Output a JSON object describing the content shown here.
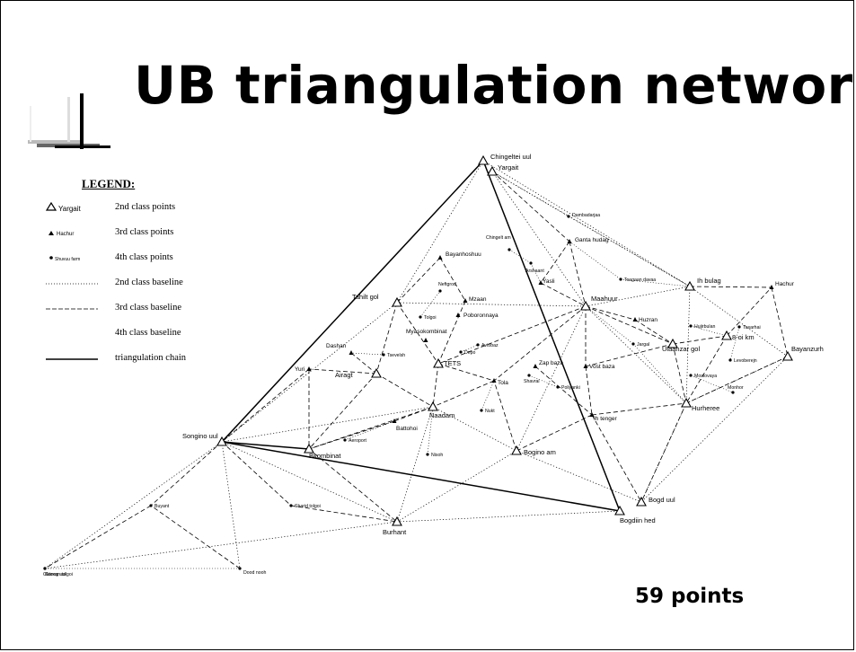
{
  "title": "UB triangulation network",
  "count_label": "59 points",
  "legend": {
    "title": "LEGEND:",
    "items": [
      {
        "symbol_text": "Yargait",
        "label": "2nd class points"
      },
      {
        "symbol_text": "Hachur",
        "label": "3rd class points"
      },
      {
        "symbol_text": "Shuvuu farm",
        "label": "4th class points"
      },
      {
        "label": "2nd class baseline"
      },
      {
        "label": "3rd class baseline"
      },
      {
        "label": "4th class baseline"
      },
      {
        "label": "triangulation chain"
      }
    ]
  },
  "points": [
    {
      "id": "chingeltei",
      "name": "Chingeltei uul",
      "class": 2
    },
    {
      "id": "yargait",
      "name": "Yargait",
      "class": 2
    },
    {
      "id": "songino",
      "name": "Songino uul",
      "class": 2
    },
    {
      "id": "burhant",
      "name": "Burhant",
      "class": 2
    },
    {
      "id": "bogdiinhad",
      "name": "Bogdiin hed",
      "class": 2
    },
    {
      "id": "bogduul",
      "name": "Bogd uul",
      "class": 2
    },
    {
      "id": "ihbulag",
      "name": "Ih bulag",
      "class": 2
    },
    {
      "id": "bayanzurh",
      "name": "Bayanzurh",
      "class": 2
    },
    {
      "id": "hurheree",
      "name": "Hurheree",
      "class": 2
    },
    {
      "id": "ulaanzar",
      "name": "Ulaanzar gol",
      "class": 2
    },
    {
      "id": "8oikm",
      "name": "8-oi km",
      "class": 2
    },
    {
      "id": "maahuur",
      "name": "Maahuur",
      "class": 2
    },
    {
      "id": "tahilt",
      "name": "Tahilt gol",
      "class": 2
    },
    {
      "id": "tets",
      "name": "TETS",
      "class": 2
    },
    {
      "id": "naadam",
      "name": "Naadam",
      "class": 2
    },
    {
      "id": "bogino",
      "name": "Bogino am",
      "class": 2
    },
    {
      "id": "bkombinat",
      "name": "Bkombinat",
      "class": 2
    },
    {
      "id": "airagt",
      "name": "Airagt",
      "class": 2
    },
    {
      "id": "yuri",
      "name": "Yuri",
      "class": 3
    },
    {
      "id": "dashan",
      "name": "Dashan",
      "class": 3
    },
    {
      "id": "bayanhoshuu",
      "name": "Bayanhoshuu",
      "class": 3
    },
    {
      "id": "mzaan",
      "name": "Mzaan",
      "class": 3
    },
    {
      "id": "poboronnaya",
      "name": "Poboronnaya",
      "class": 3
    },
    {
      "id": "myasokombinat",
      "name": "Myasokombinat",
      "class": 3
    },
    {
      "id": "tola",
      "name": "Tola",
      "class": 3
    },
    {
      "id": "zapbaza",
      "name": "Zap baza",
      "class": 3
    },
    {
      "id": "vostbaza",
      "name": "Vost baza",
      "class": 3
    },
    {
      "id": "ihtenger",
      "name": "Ih tenger",
      "class": 3
    },
    {
      "id": "battohoi",
      "name": "Battohoi",
      "class": 3
    },
    {
      "id": "ganta",
      "name": "Ganta hudag",
      "class": 3
    },
    {
      "id": "yasli",
      "name": "Yasli",
      "class": 3
    },
    {
      "id": "huzran",
      "name": "Huzran",
      "class": 3
    },
    {
      "id": "hachur",
      "name": "Hachur",
      "class": 3
    },
    {
      "id": "chingeltam",
      "name": "Chingelt am",
      "class": 4
    },
    {
      "id": "arshaant",
      "name": "Arshaant",
      "class": 4
    },
    {
      "id": "dambadarjaa",
      "name": "Dambadarjaa",
      "class": 4
    },
    {
      "id": "tsagaandavaa",
      "name": "Tsagaan davaa",
      "class": 4
    },
    {
      "id": "neftgrod",
      "name": "Neftgrod",
      "class": 4
    },
    {
      "id": "tolgoi",
      "name": "Tolgoi",
      "class": 4
    },
    {
      "id": "tsevelsh",
      "name": "Tsevelsh",
      "class": 4
    },
    {
      "id": "depo",
      "name": "Depo",
      "class": 4
    },
    {
      "id": "avtobaz",
      "name": "Avtobaz",
      "class": 4
    },
    {
      "id": "shavrai",
      "name": "Shavrai",
      "class": 4
    },
    {
      "id": "poliyanki",
      "name": "Poliyanki",
      "class": 4
    },
    {
      "id": "nukt",
      "name": "Nukt",
      "class": 4
    },
    {
      "id": "aeroport",
      "name": "Aeroport",
      "class": 4
    },
    {
      "id": "nisoh",
      "name": "Nisoh",
      "class": 4
    },
    {
      "id": "shariltolgoi",
      "name": "Sharid tolgoi",
      "class": 4
    },
    {
      "id": "buyant",
      "name": "Buyant",
      "class": 4
    },
    {
      "id": "gurvantolgoi",
      "name": "Gurvan tolgoi",
      "class": 4
    },
    {
      "id": "doodnooh",
      "name": "Dood nooh",
      "class": 4
    },
    {
      "id": "jargal",
      "name": "Jargal",
      "class": 4
    },
    {
      "id": "hujirbulan",
      "name": "Hujirbulan",
      "class": 4
    },
    {
      "id": "tasarhai",
      "name": "Tasarhai",
      "class": 4
    },
    {
      "id": "levoberejn",
      "name": "Levoberejn",
      "class": 4
    },
    {
      "id": "mostovaya",
      "name": "Mostovaya",
      "class": 4
    },
    {
      "id": "monhor",
      "name": "Monhor",
      "class": 4
    },
    {
      "id": "obtoog",
      "name": "Obtoog uul",
      "class": 4
    }
  ]
}
